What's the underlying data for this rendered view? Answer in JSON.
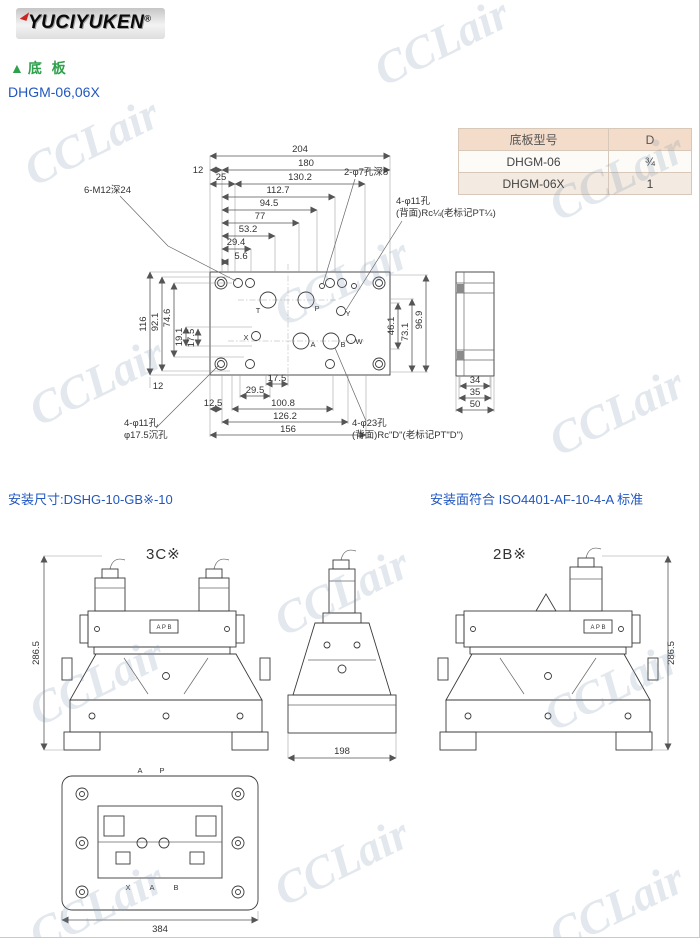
{
  "watermark": "CCLair",
  "brand": {
    "name": "YUCIYUKEN",
    "reg": "®"
  },
  "headings": {
    "section_icon": "▲",
    "section": "底 板",
    "model": "DHGM-06,06X"
  },
  "spec_table": {
    "col_model": "底板型号",
    "col_d": "D",
    "rows": [
      {
        "model": "DHGM-06",
        "d": "¾"
      },
      {
        "model": "DHGM-06X",
        "d": "1"
      }
    ]
  },
  "install_row": {
    "left": "安装尺寸:DSHG-10-GB※-10",
    "right": "安装面符合 ISO4401-AF-10-4-A 标准"
  },
  "plate_drawing": {
    "callouts": {
      "m12": "6-M12深24",
      "phi7": "2-φ7孔深8",
      "phi11_rear_1": "4-φ11孔",
      "phi11_rear_2": "(背面)Rc¼(老标记PT¼)",
      "phi11_cb_1": "4-φ11孔",
      "phi11_cb_2": "φ17.5沉孔",
      "phi23_1": "4-φ23孔",
      "phi23_2": "(背面)Rc\"D\"(老标记PT\"D\")"
    },
    "dims": {
      "d204": "204",
      "d180": "180",
      "d12": "12",
      "d25": "25",
      "d130_2": "130.2",
      "d112_7": "112.7",
      "d94_5": "94.5",
      "d77": "77",
      "d53_2": "53.2",
      "d29_4": "29.4",
      "d5_6": "5.6",
      "v116": "116",
      "v92_1": "92.1",
      "v74_6": "74.6",
      "v19_1": "19.1",
      "v17_5": "17.5",
      "v12": "12",
      "b17_5": "17.5",
      "b29_5": "29.5",
      "b12_5": "12.5",
      "b100_8": "100.8",
      "b126_2": "126.2",
      "b156": "156",
      "r46_1": "46.1",
      "r73_1": "73.1",
      "r96_9": "96.9",
      "s34": "34",
      "s35": "35",
      "s50": "50"
    },
    "ports": {
      "t": "T",
      "p": "P",
      "a": "A",
      "b": "B",
      "x": "X",
      "y": "Y",
      "w": "W"
    }
  },
  "valve_drawings": {
    "label_3c": "3C※",
    "label_2b": "2B※",
    "apb": "A P B",
    "dims": {
      "h_left": "286.5",
      "h_right": "286.5",
      "w_side": "198",
      "w_plan": "384"
    },
    "plan_ports": {
      "top_a": "A",
      "top_p": "P",
      "x": "X",
      "a": "A",
      "b": "B"
    }
  }
}
